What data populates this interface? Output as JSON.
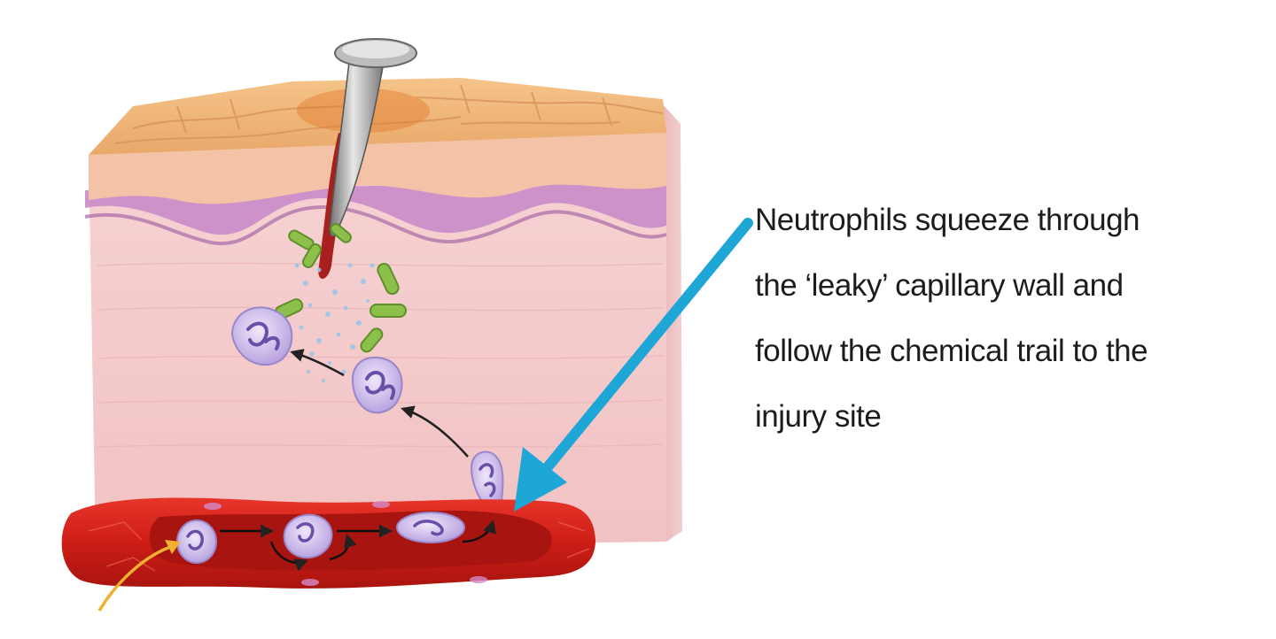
{
  "caption": {
    "lines": [
      "Neutrophils squeeze through",
      "the ‘leaky’ capillary wall and",
      "follow the chemical trail to the",
      "injury site"
    ]
  },
  "colors": {
    "epidermis": "#f2c48a",
    "dermis": "#f6cfcf",
    "basal_layer": "#c98bc8",
    "blood_vessel": "#d8231c",
    "vessel_lumen": "#a81410",
    "neutrophil": "#c9b8e8",
    "bacteria": "#8cc04a",
    "callout_arrow": "#1ea6d6",
    "entry_arrow": "#f0b030",
    "nail": "#9a9a9a",
    "wound": "#a8201e"
  },
  "icons": [
    "nail-icon",
    "bacterium-icon",
    "neutrophil-icon",
    "chemical-trail-icon"
  ]
}
